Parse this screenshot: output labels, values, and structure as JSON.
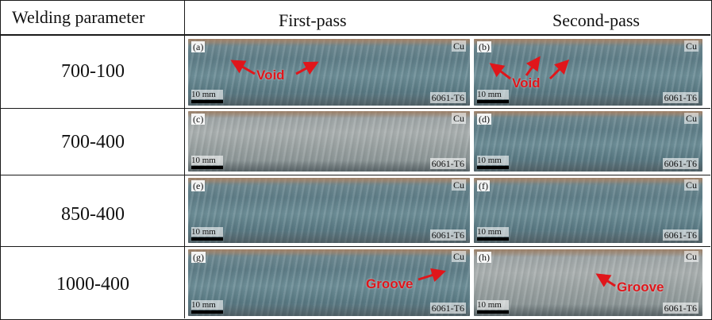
{
  "header": {
    "parameter_label": "Welding parameter",
    "first_pass_label": "First-pass",
    "second_pass_label": "Second-pass"
  },
  "rows": [
    {
      "parameter": "700-100",
      "first": {
        "panel": "(a)",
        "annotation": "Void"
      },
      "second": {
        "panel": "(b)",
        "annotation": "Void"
      }
    },
    {
      "parameter": "700-400",
      "first": {
        "panel": "(c)",
        "annotation": ""
      },
      "second": {
        "panel": "(d)",
        "annotation": ""
      }
    },
    {
      "parameter": "850-400",
      "first": {
        "panel": "(e)",
        "annotation": ""
      },
      "second": {
        "panel": "(f)",
        "annotation": ""
      }
    },
    {
      "parameter": "1000-400",
      "first": {
        "panel": "(g)",
        "annotation": "Groove"
      },
      "second": {
        "panel": "(h)",
        "annotation": "Groove"
      }
    }
  ],
  "common": {
    "material_top": "Cu",
    "material_bottom": "6061-T6",
    "scale_bar": "10 mm"
  },
  "colors": {
    "annotation": "#e0161b",
    "border": "#1a1a1a"
  }
}
